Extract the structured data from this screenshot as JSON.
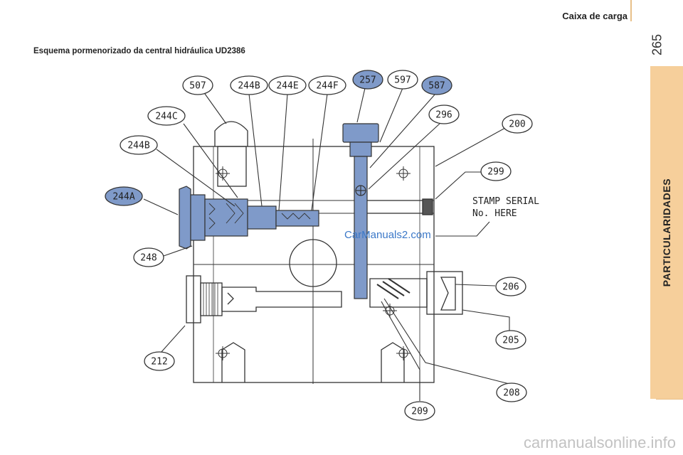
{
  "header": {
    "title": "Caixa de carga",
    "page_number": "265"
  },
  "side_tab": {
    "label": "PARTICULARIDADES"
  },
  "section": {
    "heading": "Esquema pormenorizado da central hidráulica UD2386"
  },
  "diagram": {
    "labels": [
      {
        "id": "507",
        "text": "507",
        "highlight": false
      },
      {
        "id": "244B-top",
        "text": "244B",
        "highlight": false
      },
      {
        "id": "244E",
        "text": "244E",
        "highlight": false
      },
      {
        "id": "244F",
        "text": "244F",
        "highlight": false
      },
      {
        "id": "257",
        "text": "257",
        "highlight": true
      },
      {
        "id": "597",
        "text": "597",
        "highlight": false
      },
      {
        "id": "587",
        "text": "587",
        "highlight": true
      },
      {
        "id": "296",
        "text": "296",
        "highlight": false
      },
      {
        "id": "200",
        "text": "200",
        "highlight": false
      },
      {
        "id": "244C",
        "text": "244C",
        "highlight": false
      },
      {
        "id": "244B-left",
        "text": "244B",
        "highlight": false
      },
      {
        "id": "299",
        "text": "299",
        "highlight": false
      },
      {
        "id": "244A",
        "text": "244A",
        "highlight": true
      },
      {
        "id": "248",
        "text": "248",
        "highlight": false
      },
      {
        "id": "206",
        "text": "206",
        "highlight": false
      },
      {
        "id": "205",
        "text": "205",
        "highlight": false
      },
      {
        "id": "212",
        "text": "212",
        "highlight": false
      },
      {
        "id": "208",
        "text": "208",
        "highlight": false
      },
      {
        "id": "209",
        "text": "209",
        "highlight": false
      }
    ],
    "stamp_lines": [
      "STAMP SERIAL",
      "No. HERE"
    ],
    "highlight_color": "#7f9ac9"
  },
  "watermarks": {
    "middle": "CarManuals2.com",
    "bottom": "carmanualsonline.info"
  },
  "colors": {
    "accent": "#f6cf9b",
    "highlight": "#7f9ac9"
  }
}
